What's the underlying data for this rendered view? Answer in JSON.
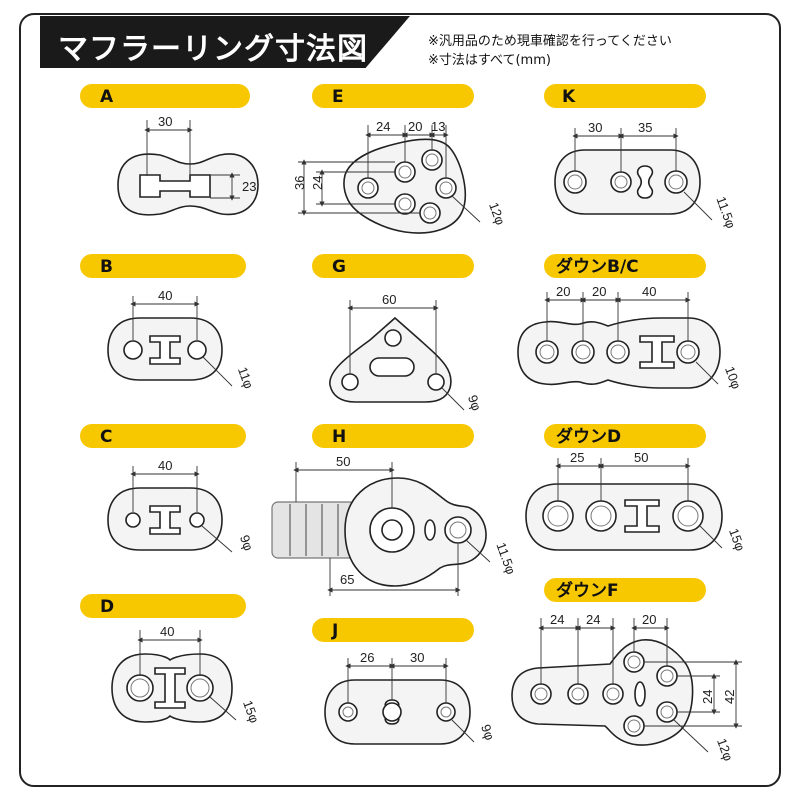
{
  "header": {
    "title": "マフラーリング寸法図",
    "note_1": "※汎用品のため現車確認を行ってください",
    "note_2": "※寸法はすべて(mm)"
  },
  "parts": {
    "A": {
      "label": "A",
      "dim_width": "30",
      "dim_height": "23"
    },
    "B": {
      "label": "B",
      "dim_width": "40",
      "dim_hole": "11φ"
    },
    "C": {
      "label": "C",
      "dim_width": "40",
      "dim_hole": "9φ"
    },
    "D": {
      "label": "D",
      "dim_width": "40",
      "dim_hole": "15φ"
    },
    "E": {
      "label": "E",
      "dim_1": "24",
      "dim_2": "20",
      "dim_3": "13",
      "dim_v1": "36",
      "dim_v2": "24",
      "dim_hole": "12φ"
    },
    "G": {
      "label": "G",
      "dim_width": "60",
      "dim_hole": "9φ"
    },
    "H": {
      "label": "H",
      "dim_top": "50",
      "dim_bottom": "65",
      "dim_hole": "11.5φ"
    },
    "J": {
      "label": "J",
      "dim_1": "26",
      "dim_2": "30",
      "dim_hole": "9φ"
    },
    "K": {
      "label": "K",
      "dim_1": "30",
      "dim_2": "35",
      "dim_hole": "11.5φ"
    },
    "down_bc": {
      "label": "ダウンB/C",
      "dim_1": "20",
      "dim_2": "20",
      "dim_3": "40",
      "dim_hole": "10φ"
    },
    "down_d": {
      "label": "ダウンD",
      "dim_1": "25",
      "dim_2": "50",
      "dim_hole": "15φ"
    },
    "down_f": {
      "label": "ダウンF",
      "dim_1": "24",
      "dim_2": "24",
      "dim_3": "20",
      "dim_v1": "24",
      "dim_v2": "42",
      "dim_hole": "12φ"
    }
  },
  "colors": {
    "accent": "#f7c800",
    "title_bg": "#1a1a1a",
    "frame": "#222222"
  }
}
